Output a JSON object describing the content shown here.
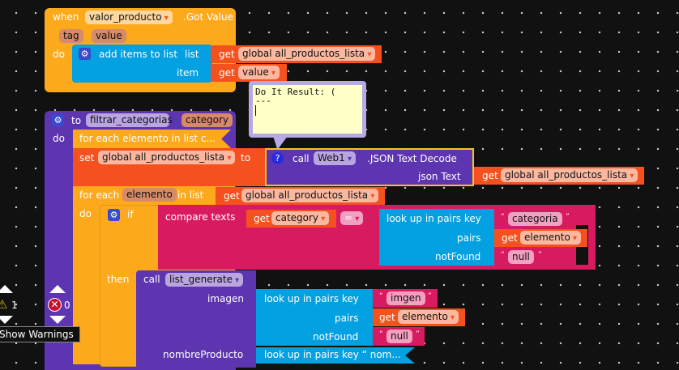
{
  "event_block": {
    "when": "when",
    "component": "valor_producto",
    "event": ".Got Value",
    "params": [
      "tag",
      "value"
    ],
    "do": "do",
    "add_items": {
      "label": "add items to list",
      "list_label": "list",
      "item_label": "item",
      "get": "get",
      "list_var": "global all_productos_lista",
      "item_var": "value"
    }
  },
  "bubble": {
    "line1": "Do It Result: (",
    "line2": "---"
  },
  "procedure": {
    "to": "to",
    "name": "filtrar_categorias",
    "param": "category",
    "do": "do",
    "collapsed_loop": "for each elemento in list c...",
    "set": {
      "set": "set",
      "var": "global all_productos_lista",
      "to": "to",
      "call": "call",
      "component": "Web1",
      "method": ".JSON Text Decode",
      "json_label": "json Text",
      "get": "get",
      "json_var": "global all_productos_lista"
    },
    "foreach": {
      "for_each": "for each",
      "var": "elemento",
      "in_list": "in list",
      "get": "get",
      "list_var": "global all_productos_lista",
      "do": "do",
      "if": {
        "if": "if",
        "compare": "compare texts",
        "get": "get",
        "left_var": "category",
        "op": "=",
        "lookup": "look up in pairs  key",
        "pairs": "pairs",
        "notfound": "notFound",
        "key": "categoria",
        "pairs_var": "elemento",
        "nf_value": "null",
        "then": "then"
      },
      "call": {
        "call": "call",
        "proc": "list_generate",
        "arg1": "imagen",
        "arg2": "nombreProducto",
        "lookup": "look up in pairs  key",
        "pairs": "pairs",
        "notfound": "notFound",
        "key": "imgen",
        "pairs_var": "elemento",
        "nf_value": "null",
        "get": "get",
        "collapsed_lookup": "look up in pairs  key “ nom..."
      }
    }
  },
  "warnings": {
    "warning_count": "1",
    "error_count": "0",
    "toggle_label": "Show Warnings"
  },
  "colors": {
    "event": "#fda91c",
    "procedure": "#5e35b1",
    "variable": "#f4511e",
    "list": "#03a0e2",
    "text": "#d81b60"
  }
}
